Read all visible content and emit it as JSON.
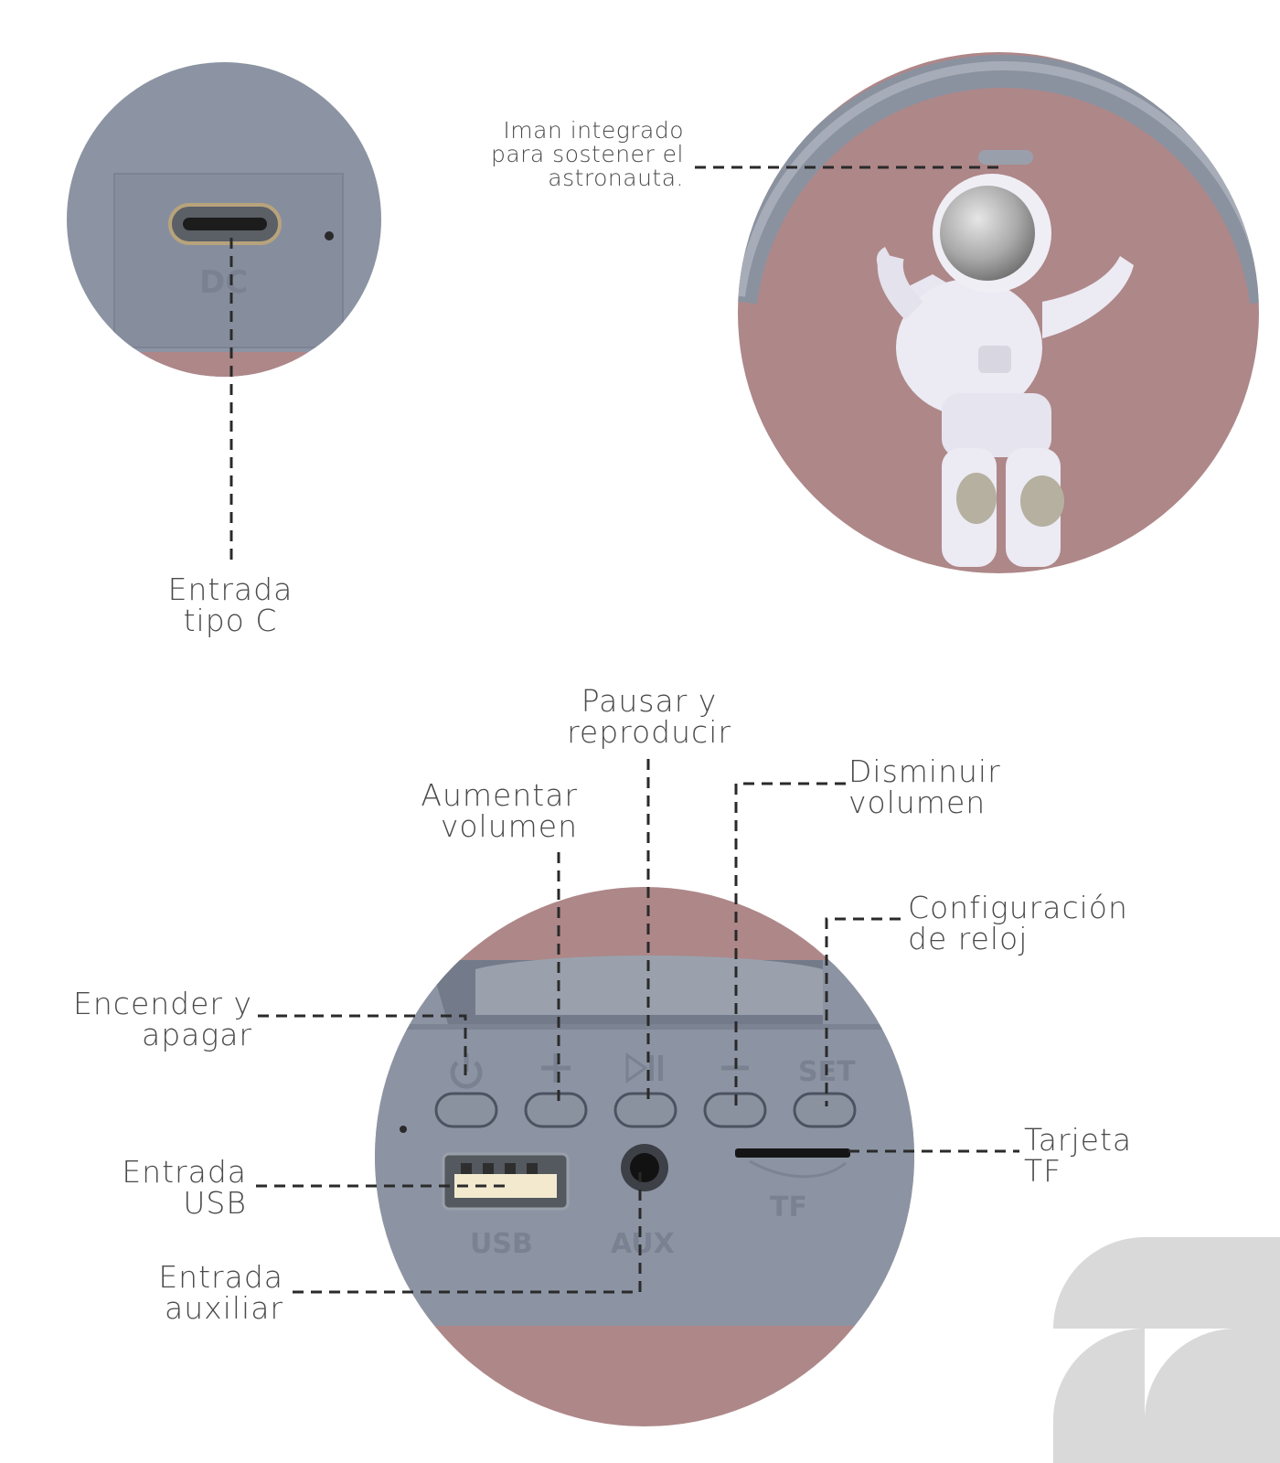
{
  "colors": {
    "accent_rose": "#ae8789",
    "device_gray": "#8a92a0",
    "leader_line": "#2a2a2a",
    "deco_gray": "#d9d9d9",
    "label_text": "#4a4a4a"
  },
  "callouts": {
    "typec": {
      "line1": "Entrada",
      "line2": "tipo C"
    },
    "magnet": {
      "line1": "Iman integrado",
      "line2": "para sostener el",
      "line3": "astronauta."
    },
    "play_pause": {
      "line1": "Pausar y",
      "line2": "reproducir"
    },
    "vol_up": {
      "line1": "Aumentar",
      "line2": "volumen"
    },
    "vol_down": {
      "line1": "Disminuir",
      "line2": "volumen"
    },
    "clock": {
      "line1": "Configuración",
      "line2": "de reloj"
    },
    "power": {
      "line1": "Encender y",
      "line2": "apagar"
    },
    "tf_card": {
      "line1": "Tarjeta",
      "line2": "TF"
    },
    "usb": {
      "line1": "Entrada",
      "line2": "USB"
    },
    "aux": {
      "line1": "Entrada",
      "line2": "auxiliar"
    }
  },
  "device_markings": {
    "dc": "DC",
    "set": "SET",
    "usb": "USB",
    "aux": "AUX",
    "tf": "TF"
  },
  "icons": [
    "power-icon",
    "plus-icon",
    "play-pause-icon",
    "minus-icon"
  ]
}
